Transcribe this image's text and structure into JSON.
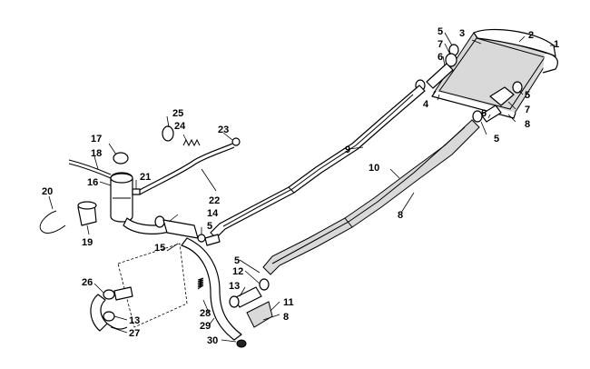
{
  "callouts": [
    {
      "key": "c1",
      "text": "1"
    },
    {
      "key": "c2",
      "text": "2"
    },
    {
      "key": "c3",
      "text": "3"
    },
    {
      "key": "c4",
      "text": "4"
    },
    {
      "key": "c5a",
      "text": "5"
    },
    {
      "key": "c5b",
      "text": "5"
    },
    {
      "key": "c5c",
      "text": "5"
    },
    {
      "key": "c5d",
      "text": "5"
    },
    {
      "key": "c5e",
      "text": "5"
    },
    {
      "key": "c6a",
      "text": "6"
    },
    {
      "key": "c6b",
      "text": "6"
    },
    {
      "key": "c7a",
      "text": "7"
    },
    {
      "key": "c7b",
      "text": "7"
    },
    {
      "key": "c8a",
      "text": "8"
    },
    {
      "key": "c8b",
      "text": "8"
    },
    {
      "key": "c8c",
      "text": "8"
    },
    {
      "key": "c9",
      "text": "9"
    },
    {
      "key": "c10",
      "text": "10"
    },
    {
      "key": "c11",
      "text": "11"
    },
    {
      "key": "c12",
      "text": "12"
    },
    {
      "key": "c13a",
      "text": "13"
    },
    {
      "key": "c13b",
      "text": "13"
    },
    {
      "key": "c14",
      "text": "14"
    },
    {
      "key": "c15",
      "text": "15"
    },
    {
      "key": "c16",
      "text": "16"
    },
    {
      "key": "c17",
      "text": "17"
    },
    {
      "key": "c18",
      "text": "18"
    },
    {
      "key": "c19",
      "text": "19"
    },
    {
      "key": "c20",
      "text": "20"
    },
    {
      "key": "c21",
      "text": "21"
    },
    {
      "key": "c22",
      "text": "22"
    },
    {
      "key": "c23",
      "text": "23"
    },
    {
      "key": "c24",
      "text": "24"
    },
    {
      "key": "c25",
      "text": "25"
    },
    {
      "key": "c26",
      "text": "26"
    },
    {
      "key": "c27",
      "text": "27"
    },
    {
      "key": "c28",
      "text": "28"
    },
    {
      "key": "c29",
      "text": "29"
    },
    {
      "key": "c30",
      "text": "30"
    }
  ]
}
